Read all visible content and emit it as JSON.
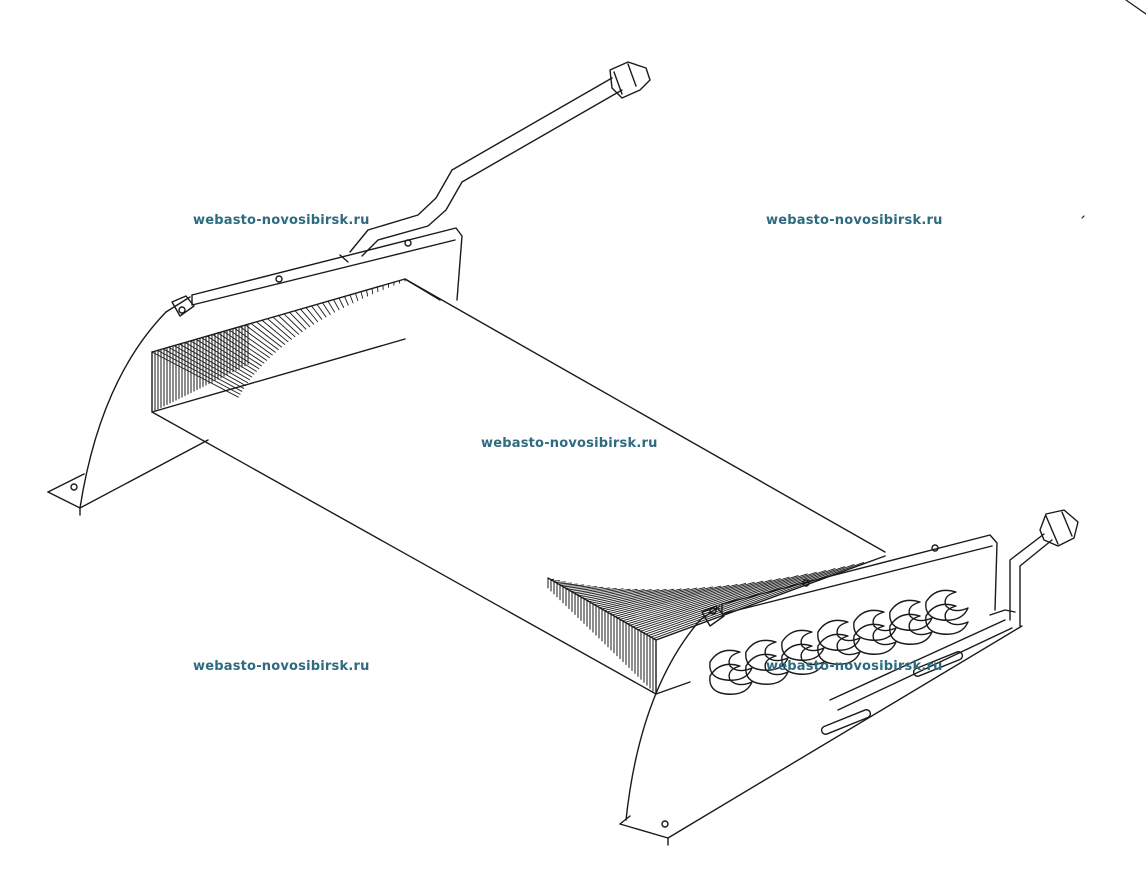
{
  "diagram": {
    "subject-icon": "heat-exchanger-line-drawing",
    "line_color": "#1a1a1a",
    "watermark_color": "#2e6b80"
  },
  "watermarks": [
    "webasto-novosibirsk.ru",
    "webasto-novosibirsk.ru",
    "webasto-novosibirsk.ru",
    "webasto-novosibirsk.ru",
    "webasto-novosibirsk.ru"
  ]
}
